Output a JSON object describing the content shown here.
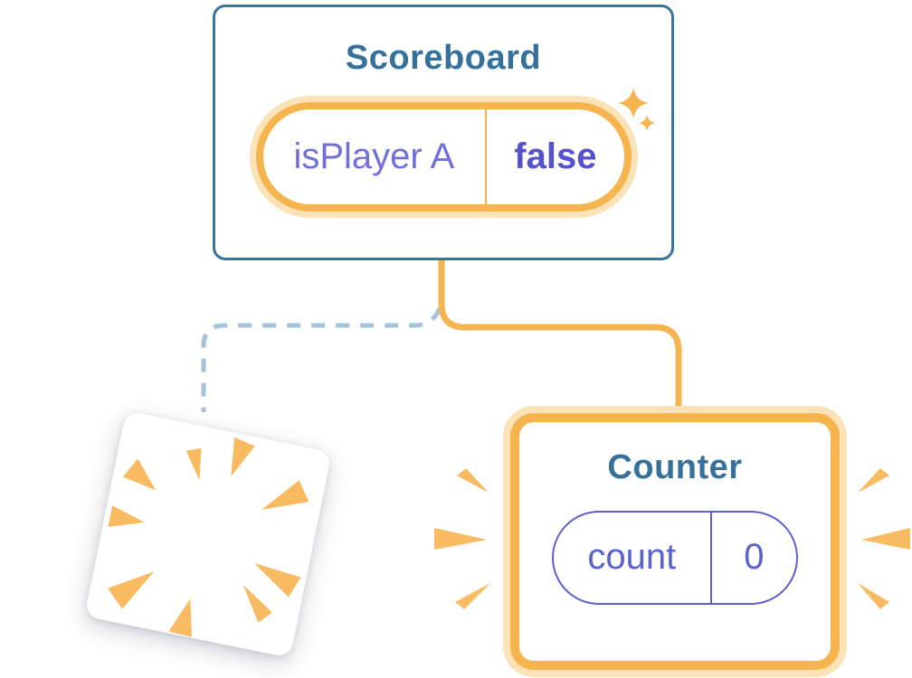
{
  "diagram": {
    "scoreboard": {
      "title": "Scoreboard",
      "state_label": "isPlayer A",
      "state_value": "false"
    },
    "counter": {
      "title": "Counter",
      "state_label": "count",
      "state_value": "0"
    }
  },
  "icons": {
    "sparkle": "sparkle-icon",
    "poof_burst": "poof-burst-icon",
    "emphasis_rays": "emphasis-rays-icon"
  },
  "colors": {
    "background": "#ffffff",
    "card_border_blue": "#37759D",
    "heading_text": "#35719A",
    "orange": "#F6B44E",
    "orange_halo": "#FBE3B7",
    "burst_orange": "#F8BB61",
    "state_label_purple": "#7170D9",
    "state_value_purple": "#5652CE",
    "counter_pill_purple": "#5A62CE",
    "dashed_line_blue": "#A5C3DA"
  }
}
